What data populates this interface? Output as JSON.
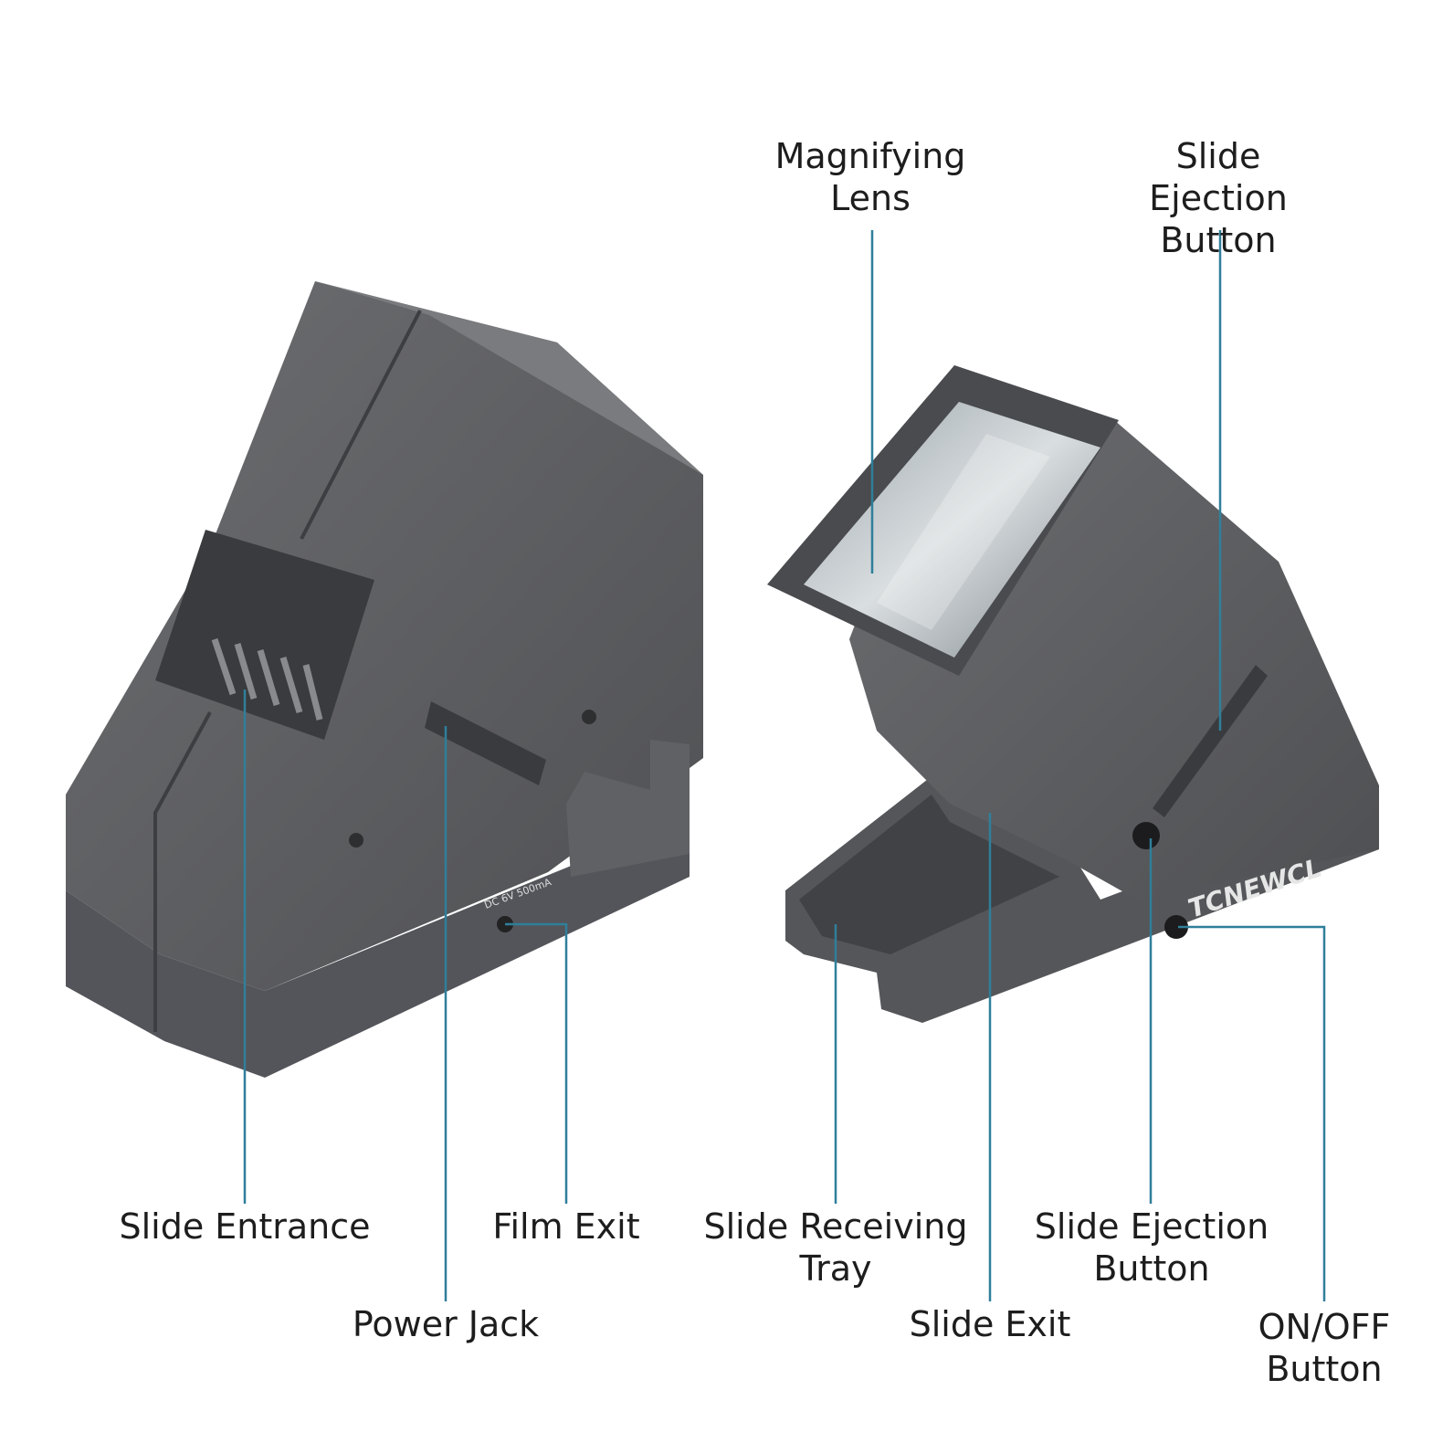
{
  "colors": {
    "leader_line": "#2f7f9a",
    "device_body": "#5e5f62",
    "device_dark": "#46474a",
    "device_light": "#77787b",
    "background": "#ffffff"
  },
  "labels": {
    "magnifying_lens": "Magnifying\nLens",
    "slide_ejection_top": "Slide Ejection\nButton",
    "slide_entrance": "Slide Entrance",
    "film_exit": "Film Exit",
    "power_jack": "Power Jack",
    "slide_receiving_tray": "Slide Receiving\nTray",
    "slide_exit": "Slide Exit",
    "slide_ejection_bottom": "Slide Ejection\nButton",
    "on_off_button": "ON/OFF\nButton"
  },
  "device_markings": {
    "brand": "TCNEWCL",
    "power_rating": "DC 6V 500mA"
  }
}
